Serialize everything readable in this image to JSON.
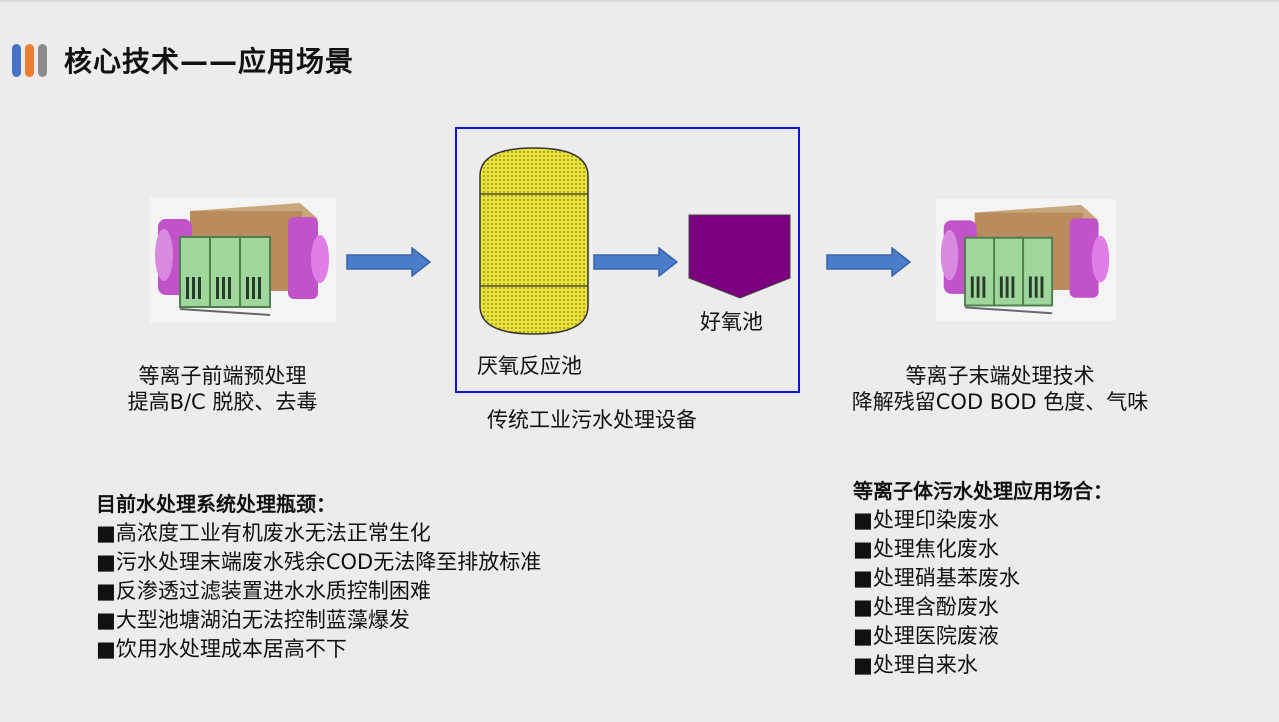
{
  "header": {
    "title": "核心技术——应用场景",
    "bar_colors": [
      "#4472c4",
      "#ed7d31",
      "#8c8c8c"
    ]
  },
  "diagram": {
    "left_device": {
      "icon": "plasma-reactor-icon",
      "caption_line1": "等离子前端预处理",
      "caption_line2": "提高B/C 脱胶、去毒"
    },
    "equipment": {
      "anaerobic_label": "厌氧反应池",
      "aerobic_label": "好氧池",
      "box_caption": "传统工业污水处理设备"
    },
    "right_device": {
      "icon": "plasma-reactor-icon",
      "caption_line1": "等离子末端处理技术",
      "caption_line2": "降解残留COD BOD 色度、气味"
    },
    "colors": {
      "arrow": "#4a7cc9",
      "box_border": "#1212e0",
      "anaerobic_tank": "#e8e33a",
      "aerobic_tank": "#7a0080"
    }
  },
  "bottlenecks": {
    "heading": "目前水处理系统处理瓶颈：",
    "items": [
      "■高浓度工业有机废水无法正常生化",
      "■污水处理末端废水残余COD无法降至排放标准",
      "■反渗透过滤装置进水水质控制困难",
      "■大型池塘湖泊无法控制蓝藻爆发",
      "■饮用水处理成本居高不下"
    ]
  },
  "applications": {
    "heading": "等离子体污水处理应用场合：",
    "items": [
      "■处理印染废水",
      "■处理焦化废水",
      "■处理硝基苯废水",
      "■处理含酚废水",
      "■处理医院废液",
      "■处理自来水"
    ]
  }
}
